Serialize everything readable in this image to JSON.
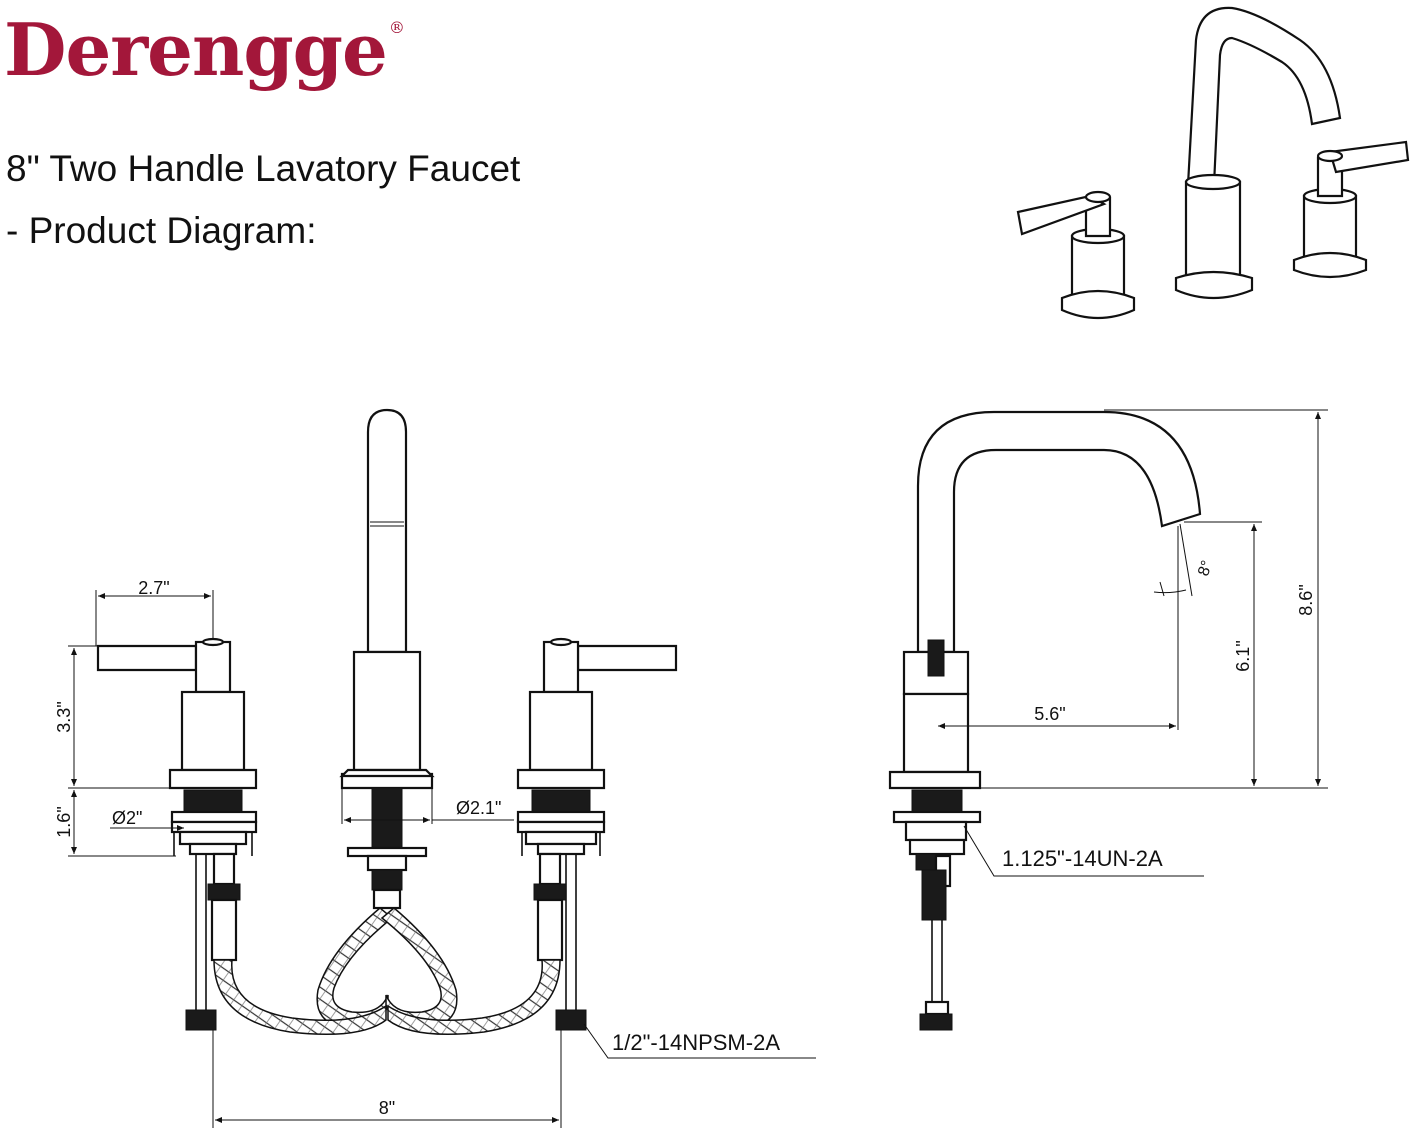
{
  "brand": {
    "name": "Derengge",
    "mark": "®",
    "color": "#a3173a"
  },
  "title": "8\" Two Handle Lavatory Faucet",
  "subtitle": "- Product Diagram:",
  "front_view": {
    "handle_width": "2.7\"",
    "handle_height": "3.3\"",
    "base_height": "1.6\"",
    "handle_base_diameter": "Ø2\"",
    "spout_base_diameter": "Ø2.1\"",
    "spread": "8\"",
    "supply_thread": "1/2\"-14NPSM-2A"
  },
  "side_view": {
    "spout_reach": "5.6\"",
    "spout_height": "6.1\"",
    "overall_height": "8.6\"",
    "spout_angle": "8°",
    "mount_thread": "1.125\"-14UN-2A"
  }
}
